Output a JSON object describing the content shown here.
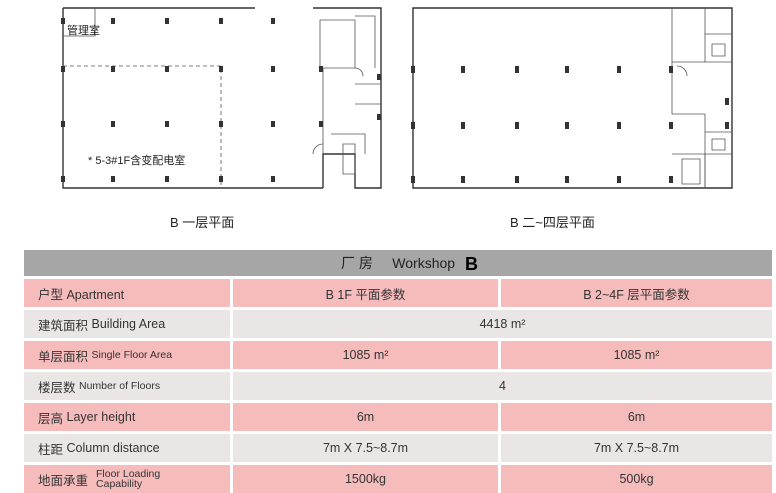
{
  "plans": {
    "left_caption": "B 一层平面",
    "right_caption": "B 二~四层平面",
    "left_room_label": "管理室",
    "left_note": "* 5-3#1F含变配电室"
  },
  "table": {
    "title_cn": "厂 房",
    "title_en": "Workshop",
    "title_letter": "B",
    "header": {
      "label": "户型 Apartment",
      "col1": "B  1F 平面参数",
      "col2": "B  2~4F 层平面参数"
    },
    "rows": {
      "building_area": {
        "label_cn": "建筑面积",
        "label_en": "Building Area",
        "value": "4418 m²"
      },
      "single_floor": {
        "label_cn": "单层面积",
        "label_en": "Single Floor Area",
        "v1": "1085 m²",
        "v2": "1085 m²"
      },
      "floors": {
        "label_cn": "楼层数",
        "label_en": "Number of Floors",
        "value": "4"
      },
      "layer_height": {
        "label_cn": "层高",
        "label_en": "Layer height",
        "v1": "6m",
        "v2": "6m"
      },
      "column_distance": {
        "label_cn": "柱距",
        "label_en": "Column distance",
        "v1": "7m X 7.5~8.7m",
        "v2": "7m X 7.5~8.7m"
      },
      "floor_loading": {
        "label_cn": "地面承重",
        "label_en_1": "Floor Loading",
        "label_en_2": "Capability",
        "v1": "1500kg",
        "v2": "500kg"
      }
    }
  }
}
